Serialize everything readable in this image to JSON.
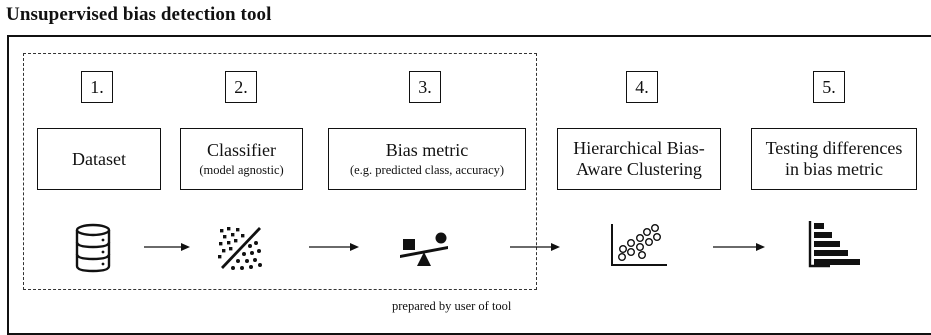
{
  "title": "Unsupervised bias detection tool",
  "footnote": "prepared by user of tool",
  "steps": [
    {
      "number": "1.",
      "label": "Dataset",
      "sublabel": "",
      "icon": "database-icon"
    },
    {
      "number": "2.",
      "label": "Classifier",
      "sublabel": "(model agnostic)",
      "icon": "scatter-split-icon"
    },
    {
      "number": "3.",
      "label": "Bias metric",
      "sublabel": "(e.g. predicted class, accuracy)",
      "icon": "balance-scale-icon"
    },
    {
      "number": "4.",
      "label": "Hierarchical Bias-\nAware Clustering",
      "sublabel": "",
      "icon": "cluster-plot-icon"
    },
    {
      "number": "5.",
      "label": "Testing differences\nin bias metric",
      "sublabel": "",
      "icon": "horizontal-bar-chart-icon"
    }
  ]
}
